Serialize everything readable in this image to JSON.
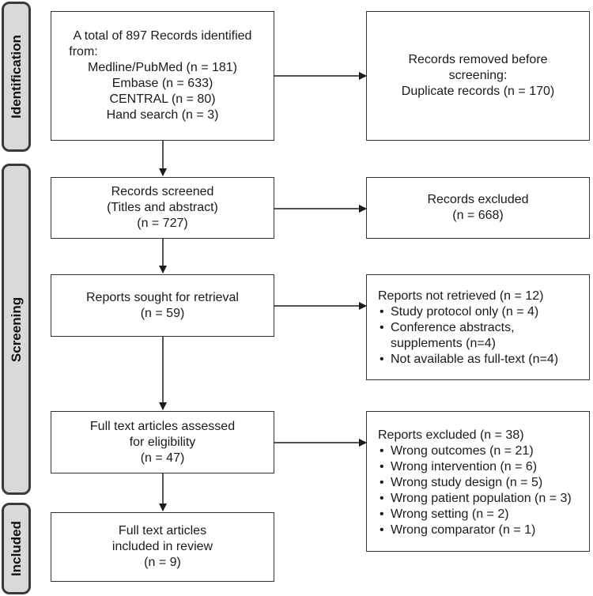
{
  "phases": {
    "identification": "Identification",
    "screening": "Screening",
    "included": "Included"
  },
  "identification_box": {
    "lines": [
      "A total of 897 Records identified",
      "from:",
      "Medline/PubMed (n = 181)",
      "Embase (n = 633)",
      "CENTRAL (n = 80)",
      "Hand search (n = 3)"
    ]
  },
  "removed_box": {
    "lines": [
      "Records removed before",
      "screening:",
      "Duplicate records (n = 170)"
    ]
  },
  "screened_box": {
    "lines": [
      "Records screened",
      "(Titles and abstract)",
      "(n = 727)"
    ]
  },
  "excluded_box": {
    "lines": [
      "Records excluded",
      "(n = 668)"
    ]
  },
  "retrieval_box": {
    "lines": [
      "Reports sought for retrieval",
      "(n = 59)"
    ]
  },
  "not_retrieved_box": {
    "title": "Reports not retrieved (n = 12)",
    "items": [
      "Study protocol only (n = 4)",
      "Conference abstracts, supplements (n=4)",
      "Not available as full-text (n=4)"
    ]
  },
  "eligibility_box": {
    "lines": [
      "Full text articles assessed",
      "for eligibility",
      "(n = 47)"
    ]
  },
  "reports_excluded_box": {
    "title": "Reports excluded (n = 38)",
    "items": [
      "Wrong outcomes (n = 21)",
      "Wrong intervention (n = 6)",
      "Wrong study design (n = 5)",
      "Wrong patient population (n = 3)",
      "Wrong setting (n = 2)",
      "Wrong comparator (n = 1)"
    ]
  },
  "included_box": {
    "lines": [
      "Full text articles",
      "included in review",
      "(n = 9)"
    ]
  }
}
